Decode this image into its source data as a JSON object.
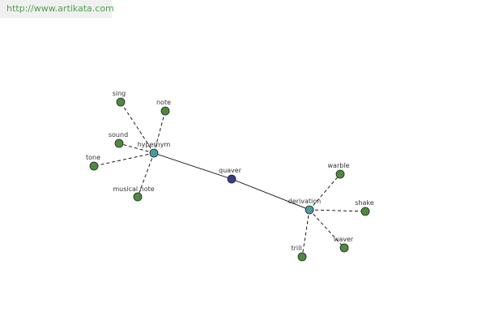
{
  "banner": {
    "url": "http://www.artikata.com"
  },
  "graph": {
    "center": {
      "label": "quaver",
      "color": "#3b3b8a"
    },
    "hubs": [
      {
        "id": "hypernym",
        "label": "hypernym",
        "color": "#4a9aa0"
      },
      {
        "id": "derivation",
        "label": "derivation",
        "color": "#4a9aa0"
      }
    ],
    "leaves": [
      {
        "hub": "hypernym",
        "label": "sing",
        "color": "#4e8a3e"
      },
      {
        "hub": "hypernym",
        "label": "note",
        "color": "#4e8a3e"
      },
      {
        "hub": "hypernym",
        "label": "sound",
        "color": "#4e8a3e"
      },
      {
        "hub": "hypernym",
        "label": "tone",
        "color": "#4e8a3e"
      },
      {
        "hub": "hypernym",
        "label": "musical note",
        "color": "#4e8a3e"
      },
      {
        "hub": "derivation",
        "label": "warble",
        "color": "#4e8a3e"
      },
      {
        "hub": "derivation",
        "label": "shake",
        "color": "#4e8a3e"
      },
      {
        "hub": "derivation",
        "label": "waver",
        "color": "#4e8a3e"
      },
      {
        "hub": "derivation",
        "label": "trill",
        "color": "#4e8a3e"
      }
    ]
  }
}
